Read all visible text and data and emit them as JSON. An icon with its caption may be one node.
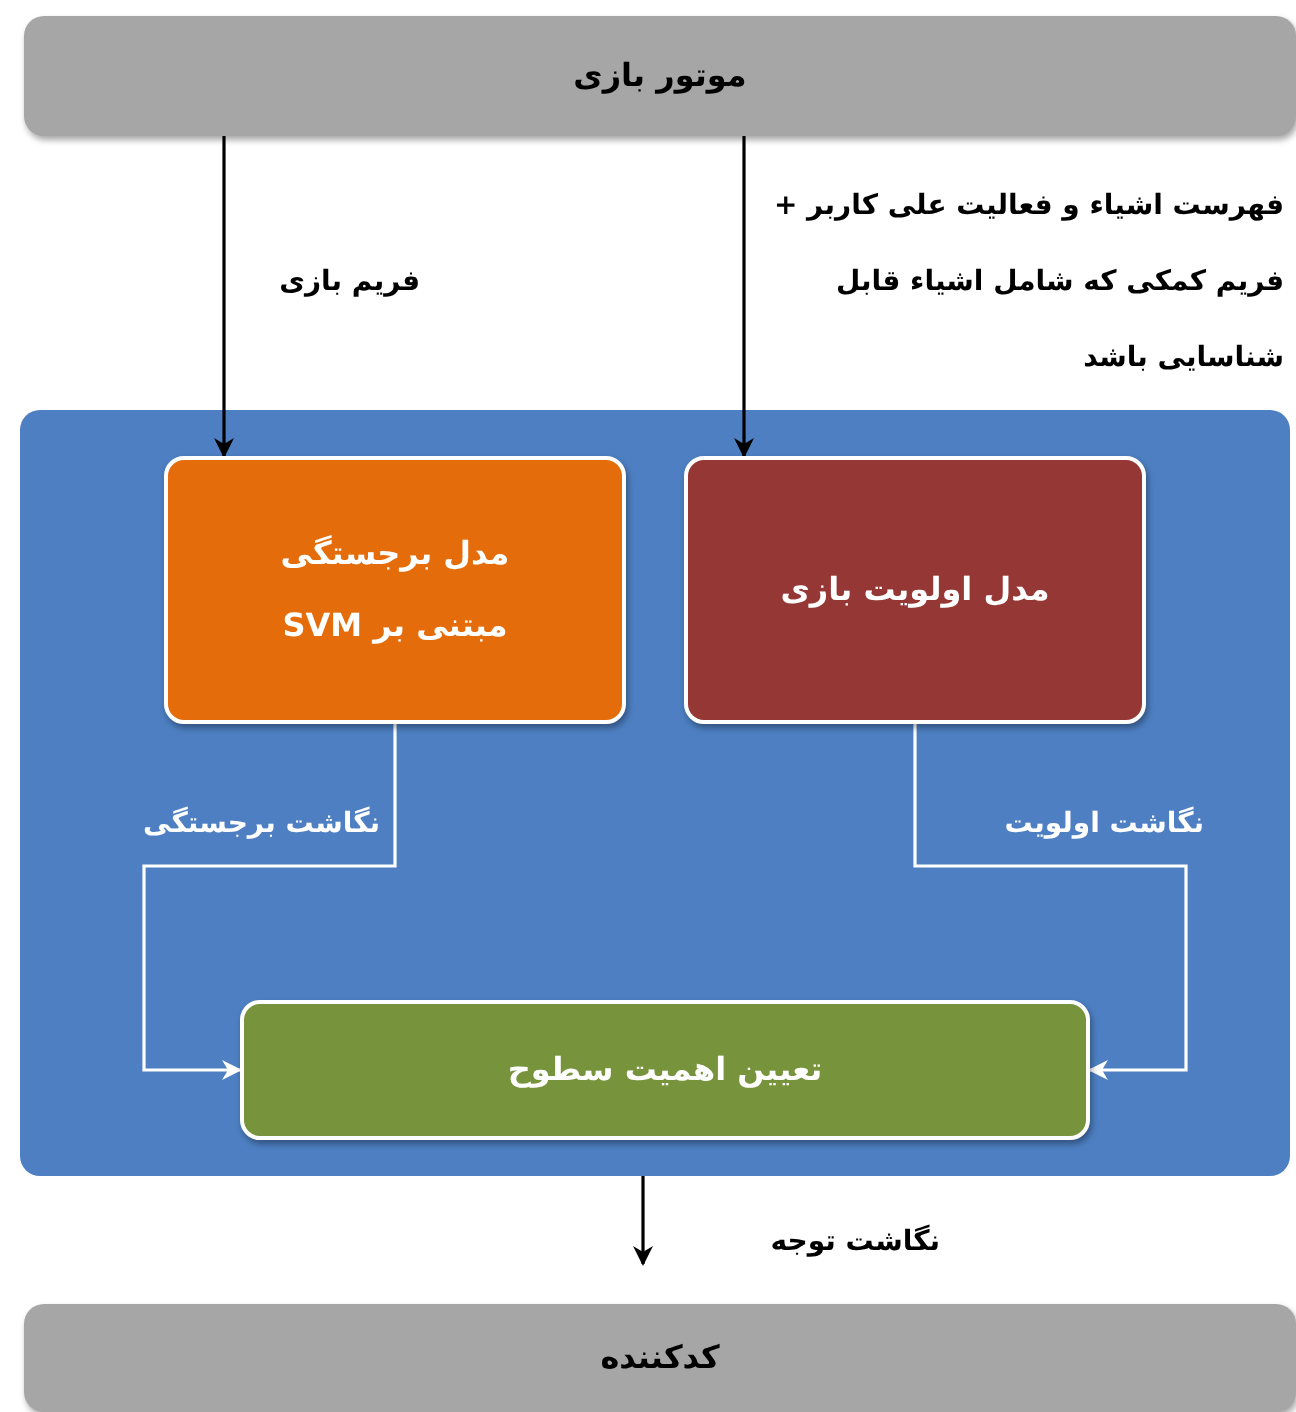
{
  "diagram": {
    "nodes": [
      {
        "text": [
          "موتور بازی"
        ]
      },
      {
        "text": [],
        "shape": "box"
      },
      {
        "text": [
          "مدل برجستگی مبتنی بر SVM"
        ],
        "in": 1
      },
      {
        "text": [
          "مدل اولویت بازی"
        ],
        "in": 1
      },
      {
        "text": [
          "تعیین اهمیت سطوح"
        ],
        "in": 1
      },
      {
        "text": [
          "کدکننده"
        ]
      }
    ],
    "edges": [
      {
        "from": 0,
        "to": 2,
        "arrow": "to",
        "label": "فریم بازی"
      },
      {
        "from": 0,
        "to": 3,
        "arrow": "to",
        "label": "فهرست اشیاء و فعالیت علی کاربر + فریم کمکی که شامل اشیاء قابل شناسایی باشد"
      },
      {
        "from": 2,
        "to": 4,
        "arrow": "to",
        "label": "نگاشت برجستگی",
        "color": "#ffffff"
      },
      {
        "from": 3,
        "to": 4,
        "arrow": "to",
        "label": "نگاشت اولویت",
        "color": "#ffffff"
      },
      {
        "from": 1,
        "to": 5,
        "arrow": "to",
        "label": "نگاشت توجه"
      }
    ]
  }
}
